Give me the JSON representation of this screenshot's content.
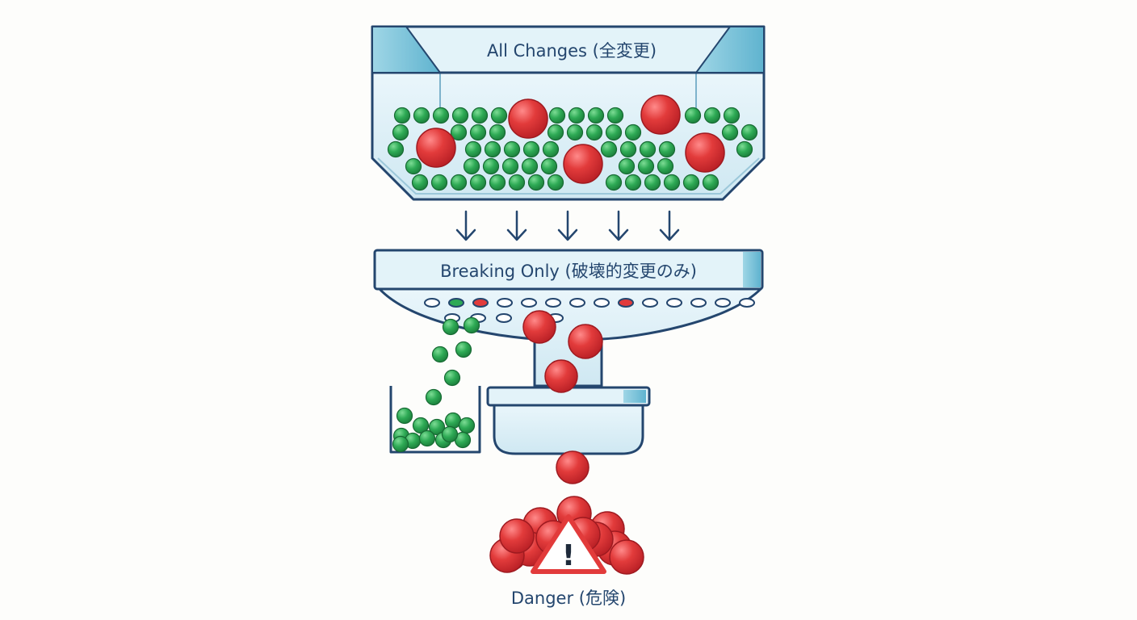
{
  "diagram": {
    "hopper_label": "All Changes (全変更)",
    "filter_label": "Breaking Only (破壊的変更のみ)",
    "danger_label": "Danger (危険)",
    "warning_symbol": "!",
    "icons": [
      "down-arrow-icon",
      "warning-triangle-icon"
    ],
    "colors": {
      "outline": "#24466e",
      "glass": "#dff0f7",
      "glass_dark": "#7ec5dc",
      "safe_ball": "#2eaa55",
      "breaking_ball": "#e23b3b",
      "text": "#24466e"
    }
  }
}
